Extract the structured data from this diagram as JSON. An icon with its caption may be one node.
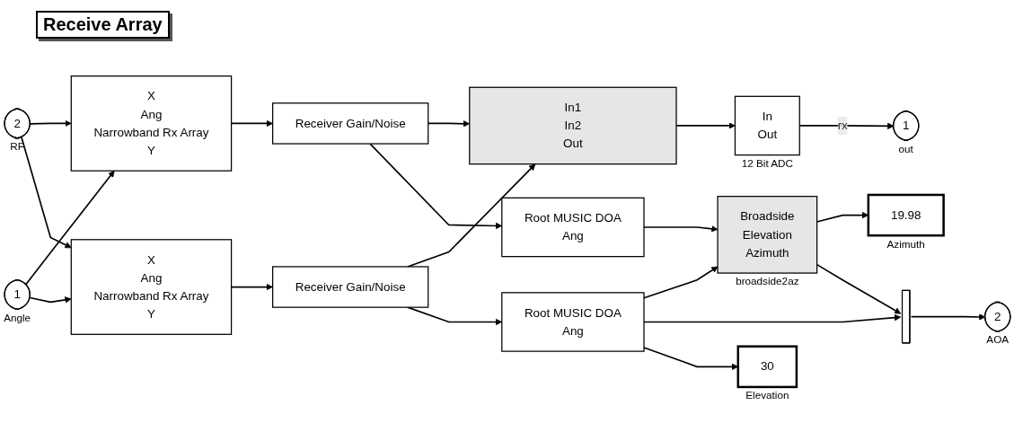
{
  "diagram": {
    "title": "Receive Array",
    "nodes": [
      {
        "text": [
          "2"
        ],
        "beside": [
          "RF"
        ]
      },
      {
        "text": [
          "1"
        ],
        "beside": [
          "Angle"
        ]
      },
      {
        "text": [
          "X",
          "Ang",
          "Narrowband Rx Array",
          "Y"
        ]
      },
      {
        "text": [
          "X",
          "Ang",
          "Narrowband Rx Array",
          "Y"
        ]
      },
      {
        "text": [
          "Receiver Gain/Noise"
        ]
      },
      {
        "text": [
          "Receiver Gain/Noise"
        ]
      },
      {
        "text": [
          "In1",
          "In2",
          "Out"
        ]
      },
      {
        "text": [
          "In",
          "Out"
        ],
        "beside": [
          "12 Bit ADC"
        ]
      },
      {
        "text": [
          "1"
        ],
        "beside": [
          "out"
        ]
      },
      {
        "text": [
          "Root MUSIC DOA",
          "Ang"
        ]
      },
      {
        "text": [
          "Root MUSIC DOA",
          "Ang"
        ]
      },
      {
        "text": [
          "Broadside",
          "Elevation",
          "Azimuth"
        ],
        "beside": [
          "broadside2az"
        ]
      },
      {
        "text": [
          "19.98"
        ],
        "beside": [
          "Azimuth"
        ]
      },
      {
        "text": [],
        "shape": "bar"
      },
      {
        "text": [
          "2"
        ],
        "beside": [
          "AOA"
        ]
      },
      {
        "text": [
          "30"
        ],
        "beside": [
          "Elevation"
        ]
      }
    ],
    "edges": [
      {
        "from": 0,
        "to": 2,
        "arrow": "to"
      },
      {
        "from": 0,
        "to": 3,
        "arrow": "to"
      },
      {
        "from": 1,
        "to": 2,
        "arrow": "to"
      },
      {
        "from": 1,
        "to": 3,
        "arrow": "to"
      },
      {
        "from": 2,
        "to": 4,
        "arrow": "to"
      },
      {
        "from": 3,
        "to": 5,
        "arrow": "to"
      },
      {
        "from": 4,
        "to": 6,
        "arrow": "to"
      },
      {
        "from": 5,
        "to": 6,
        "arrow": "to"
      },
      {
        "from": 4,
        "to": 9,
        "arrow": "to"
      },
      {
        "from": 5,
        "to": 10,
        "arrow": "to"
      },
      {
        "from": 6,
        "to": 7,
        "arrow": "to"
      },
      {
        "from": 7,
        "to": 8,
        "label": "rx",
        "arrow": "to"
      },
      {
        "from": 9,
        "to": 11,
        "arrow": "to"
      },
      {
        "from": 10,
        "to": 11,
        "arrow": "to"
      },
      {
        "from": 10,
        "to": 13,
        "arrow": "to"
      },
      {
        "from": 10,
        "to": 15,
        "arrow": "to"
      },
      {
        "from": 11,
        "to": 12,
        "arrow": "to"
      },
      {
        "from": 11,
        "to": 13,
        "arrow": "to"
      },
      {
        "from": 13,
        "to": 14,
        "arrow": "to"
      }
    ]
  }
}
